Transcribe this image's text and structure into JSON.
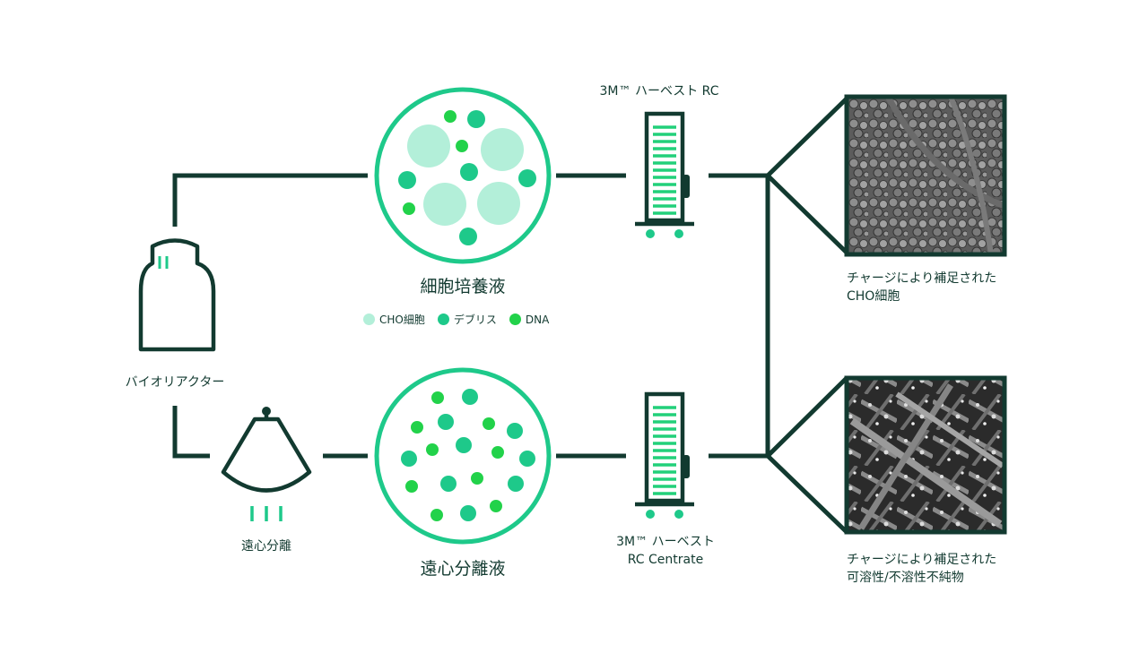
{
  "labels": {
    "bioreactor": "バイオリアクター",
    "centrifuge": "遠心分離",
    "culture": "細胞培養液",
    "centrate": "遠心分離液",
    "filter_top": "3M™ ハーベスト RC",
    "filter_bottom_1": "3M™ ハーベスト",
    "filter_bottom_2": "RC Centrate",
    "result_top_1": "チャージにより補足された",
    "result_top_2": "CHO細胞",
    "result_bottom_1": "チャージにより補足された",
    "result_bottom_2": "可溶性/不溶性不純物"
  },
  "legend": [
    {
      "label": "CHO細胞",
      "color": "#b3efd9"
    },
    {
      "label": "デブリス",
      "color": "#1ec98a"
    },
    {
      "label": "DNA",
      "color": "#22d24a"
    }
  ],
  "colors": {
    "line": "#123a30",
    "ring": "#1ec98a",
    "cell": "#b3efd9",
    "debris": "#1ec98a",
    "dna": "#22d24a",
    "filter_bars": "#22d07a"
  }
}
